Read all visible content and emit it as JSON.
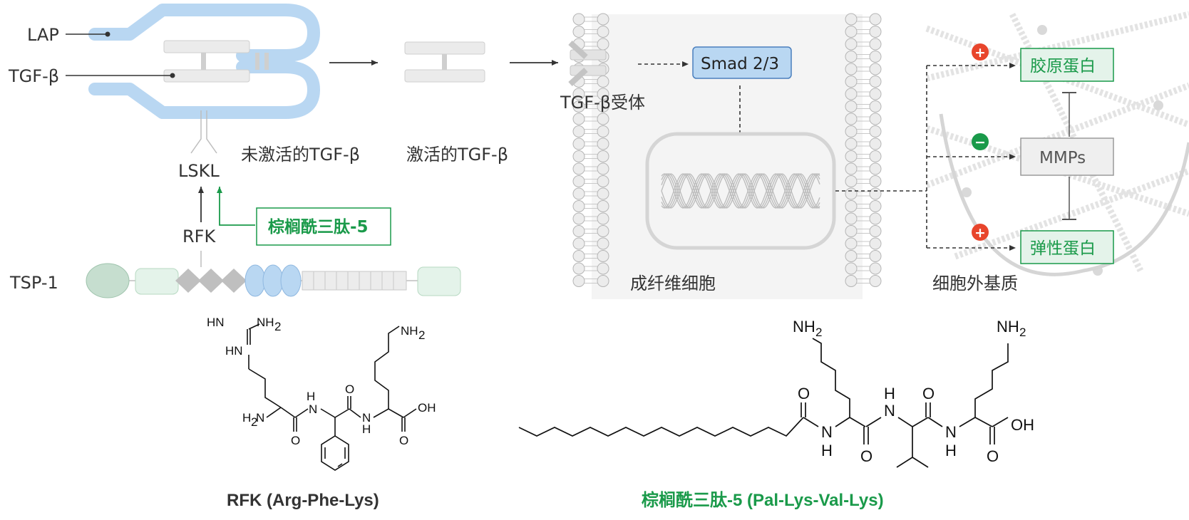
{
  "labels": {
    "lap": "LAP",
    "tgf_beta": "TGF-β",
    "latent_tgf": "未激活的TGF-β",
    "active_tgf": "激活的TGF-β",
    "receptor": "TGF-β受体",
    "smad": "Smad 2/3",
    "fibroblast": "成纤维细胞",
    "ecm": "细胞外基质",
    "lskl": "LSKL",
    "rfk": "RFK",
    "tsp1": "TSP-1",
    "peptide_box": "棕榈酰三肽-5",
    "collagen": "胶原蛋白",
    "mmps": "MMPs",
    "elastin": "弹性蛋白",
    "plus_sign": "+",
    "minus_sign": "−"
  },
  "chem": {
    "rfk": {
      "hn": "HN",
      "nh2_top": "NH",
      "nh2_top_sub": "2",
      "hn_low": "HN",
      "h2n": "H",
      "h2n_sub": "2",
      "h2n_n": "N",
      "h": "H",
      "n": "N",
      "o1": "O",
      "o2": "O",
      "o3": "O",
      "h2": "H",
      "n2": "N",
      "oh": "OH",
      "nh2_lys": "NH",
      "nh2_lys_sub": "2"
    },
    "pal": {
      "nh2_1": "NH",
      "nh2_1_sub": "2",
      "nh2_2": "NH",
      "nh2_2_sub": "2",
      "o_acyl": "O",
      "n_1": "N",
      "h_1": "H",
      "o_2": "O",
      "h_2": "H",
      "n_2": "N",
      "o_3": "O",
      "n_3": "N",
      "h_3": "H",
      "oh": "OH",
      "o_4": "O"
    }
  },
  "captions": {
    "rfk": "RFK (Arg-Phe-Lys)",
    "pal": "棕榈酰三肽-5 (Pal-Lys-Val-Lys)"
  },
  "colors": {
    "green": "#1a9a4a",
    "blue_fill": "#b9d7f2",
    "blue_stroke": "#5b8fc9",
    "red_badge": "#e8452c",
    "green_badge": "#1a9a4a",
    "light_green": "#e4f3ea"
  }
}
